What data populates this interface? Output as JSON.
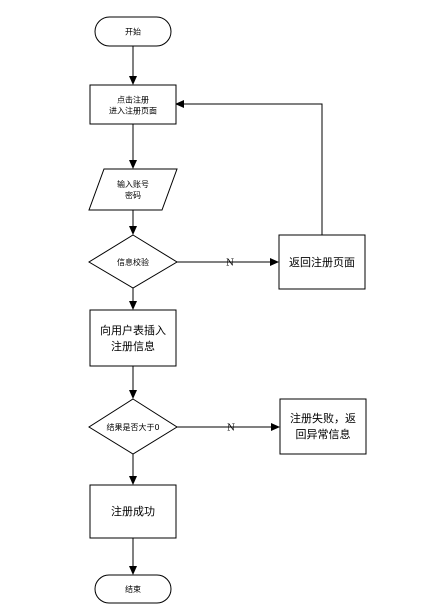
{
  "flowchart": {
    "start": {
      "label": "开始"
    },
    "click_register": {
      "lines": [
        "点击注册",
        "进入注册页面"
      ]
    },
    "input_account": {
      "lines": [
        "输入账号",
        "密码"
      ]
    },
    "verify_info": {
      "label": "信息校验"
    },
    "return_register": {
      "label": "返回注册页面"
    },
    "insert_user": {
      "lines": [
        "向用户表插入",
        "注册信息"
      ]
    },
    "result_check": {
      "label": "结果是否大于0"
    },
    "register_fail": {
      "lines": [
        "注册失败，返",
        "回异常信息"
      ]
    },
    "register_success": {
      "label": "注册成功"
    },
    "end": {
      "label": "结束"
    },
    "edge_labels": {
      "verify_no": "N",
      "result_no": "N"
    }
  }
}
